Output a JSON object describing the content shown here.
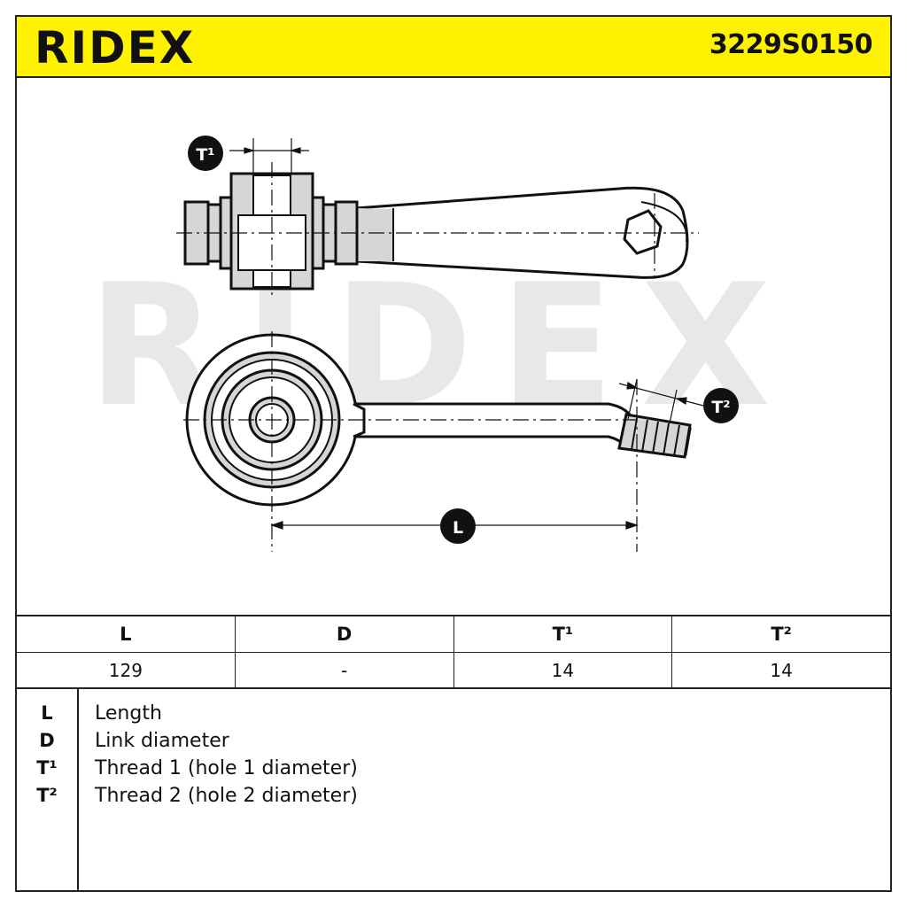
{
  "header": {
    "brand": "RIDEX",
    "part_number": "3229S0150"
  },
  "watermark": "RIDEX",
  "callouts": {
    "t1": "T¹",
    "t2": "T²",
    "l": "L"
  },
  "table": {
    "headers": [
      "L",
      "D",
      "T¹",
      "T²"
    ],
    "values": [
      "129",
      "-",
      "14",
      "14"
    ]
  },
  "legend": [
    {
      "key": "L",
      "text": "Length"
    },
    {
      "key": "D",
      "text": "Link diameter"
    },
    {
      "key": "T¹",
      "text": "Thread 1 (hole 1 diameter)"
    },
    {
      "key": "T²",
      "text": "Thread 2 (hole 2 diameter)"
    }
  ],
  "colors": {
    "header_bg": "#fff200",
    "part_fill": "#d6d6d6",
    "watermark": "#e8e8e8",
    "line": "#111111"
  }
}
